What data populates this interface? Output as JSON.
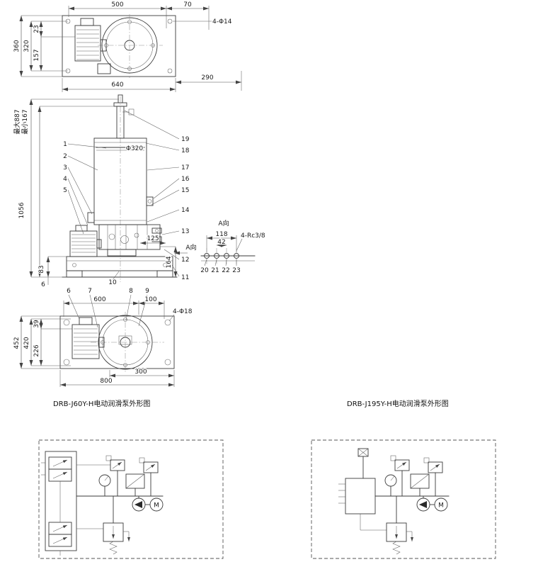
{
  "drawing": {
    "top_view": {
      "dims": {
        "width_500": "500",
        "width_70": "70",
        "holes_label": "4-Φ14",
        "height_360": "360",
        "height_320": "320",
        "height_23": "23",
        "height_157": "157",
        "width_640": "640",
        "width_290": "290"
      }
    },
    "front_view": {
      "dims": {
        "max_height": "最大887",
        "min_height": "最小167",
        "total_height": "1056",
        "barrel_dia": "Φ320",
        "dim_125": "125",
        "dim_83": "83",
        "dim_6": "6",
        "dim_164": "164"
      },
      "parts_left": [
        "1",
        "2",
        "3",
        "4",
        "5"
      ],
      "parts_right": [
        "19",
        "18",
        "17",
        "16",
        "15",
        "14",
        "13",
        "12",
        "11"
      ],
      "part_bottom": "10",
      "view_arrow": "A向"
    },
    "a_view": {
      "title": "A向",
      "dim_118": "118",
      "dim_42": "42",
      "thread_label": "4-Rc3/8",
      "port_numbers": [
        "20",
        "21",
        "22",
        "23"
      ]
    },
    "bottom_view": {
      "parts": [
        "6",
        "7",
        "8",
        "9"
      ],
      "dims": {
        "width_600": "600",
        "width_100": "100",
        "holes_label": "4-Φ18",
        "height_452": "452",
        "height_420": "420",
        "height_39": "39",
        "height_226": "226",
        "width_300": "300",
        "width_800": "800"
      }
    }
  },
  "captions": {
    "left": "DRB-J60Y-H电动润滑泵外形图",
    "right": "DRB-J195Y-H电动润滑泵外形图"
  },
  "schematics": {
    "motor_label": "M"
  }
}
